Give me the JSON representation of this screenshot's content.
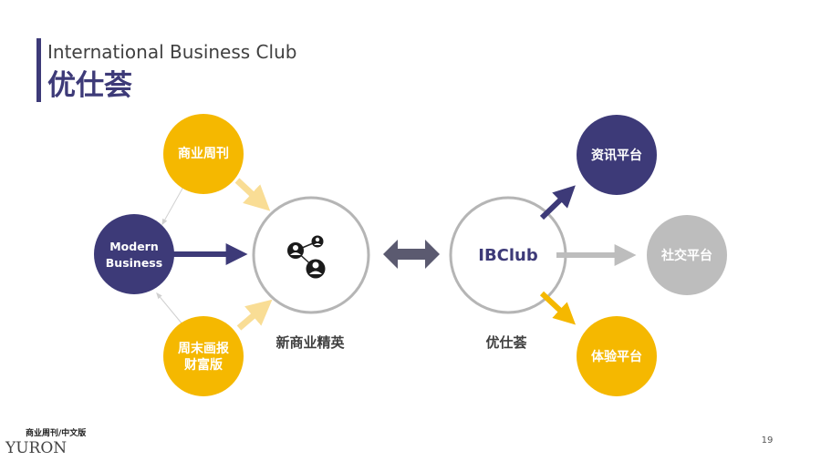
{
  "header": {
    "subtitle": "International Business Club",
    "title": "优仕荟"
  },
  "nodes": {
    "weekly": "商业周刊",
    "modern_line1": "Modern",
    "modern_line2": "Business",
    "weekend_line1": "周末画报",
    "weekend_line2": "财富版",
    "elite_caption": "新商业精英",
    "ibclub": "IBClub",
    "ibclub_caption": "优仕荟",
    "info": "资讯平台",
    "social": "社交平台",
    "experience": "体验平台"
  },
  "footer": {
    "logo_line1": "商业周刊/中文版",
    "logo_line2": "YURON",
    "page_number": "19"
  },
  "colors": {
    "accent_bar": "#3d3a78",
    "title": "#3d3a78",
    "navy": "#3d3a78",
    "gold": "#f5b800",
    "light_gold": "#f9dd95",
    "gray": "#bdbdbd",
    "ring": "#b5b5b5",
    "dark_arrow": "#5b5a70"
  }
}
